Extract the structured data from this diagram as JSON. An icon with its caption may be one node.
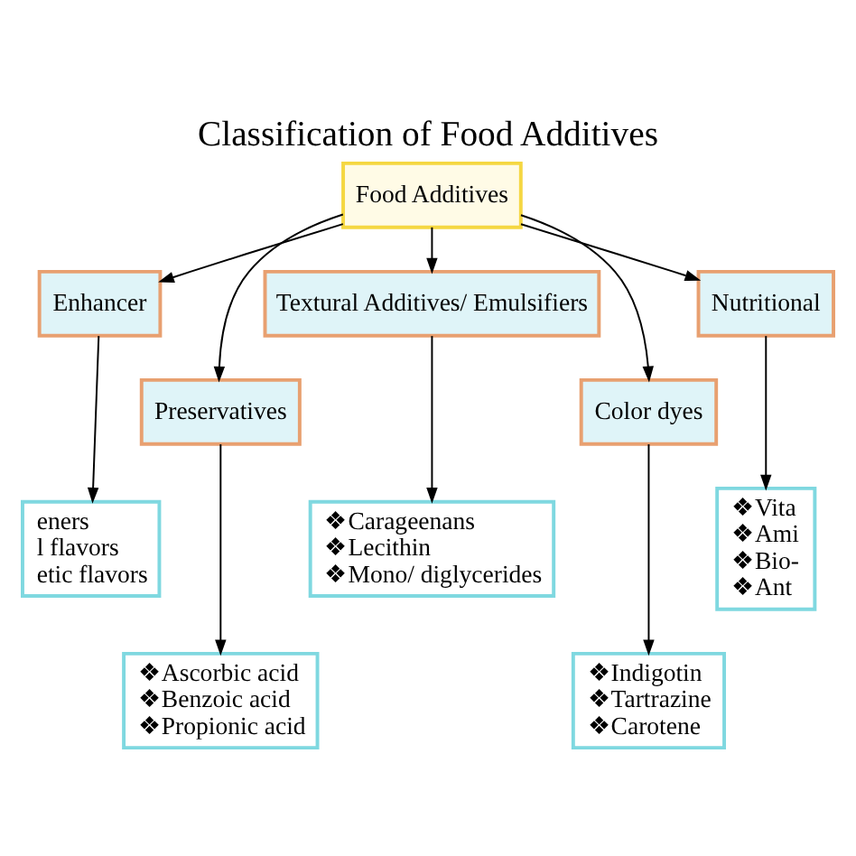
{
  "diagram": {
    "title": "Classification of Food Additives",
    "nodes": [
      {
        "text": [
          "Food Additives"
        ]
      },
      {
        "text": [
          "Enhancer"
        ]
      },
      {
        "text": [
          "Preservatives"
        ]
      },
      {
        "text": [
          "Textural Additives/ Emulsifiers"
        ]
      },
      {
        "text": [
          "Color dyes"
        ]
      },
      {
        "text": [
          "Nutritional"
        ]
      },
      {
        "text": [
          "eners",
          "l flavors",
          "etic flavors"
        ]
      },
      {
        "text": [
          "❖Carageenans",
          "❖Lecithin",
          "❖Mono/ diglycerides"
        ]
      },
      {
        "text": [
          "❖Vita",
          "❖Ami",
          "❖Bio-",
          "❖Ant"
        ]
      },
      {
        "text": [
          "❖Ascorbic acid",
          "❖Benzoic acid",
          "❖Propionic acid"
        ]
      },
      {
        "text": [
          "❖Indigotin",
          "❖Tartrazine",
          "❖Carotene"
        ]
      }
    ],
    "edges": [
      {
        "from": 0,
        "to": 1,
        "arrow": "to"
      },
      {
        "from": 0,
        "to": 2,
        "arrow": "to"
      },
      {
        "from": 0,
        "to": 3,
        "arrow": "to"
      },
      {
        "from": 0,
        "to": 4,
        "arrow": "to"
      },
      {
        "from": 0,
        "to": 5,
        "arrow": "to"
      },
      {
        "from": 1,
        "to": 6,
        "arrow": "to"
      },
      {
        "from": 2,
        "to": 9,
        "arrow": "to"
      },
      {
        "from": 3,
        "to": 7,
        "arrow": "to"
      },
      {
        "from": 4,
        "to": 10,
        "arrow": "to"
      },
      {
        "from": 5,
        "to": 8,
        "arrow": "to"
      }
    ]
  }
}
